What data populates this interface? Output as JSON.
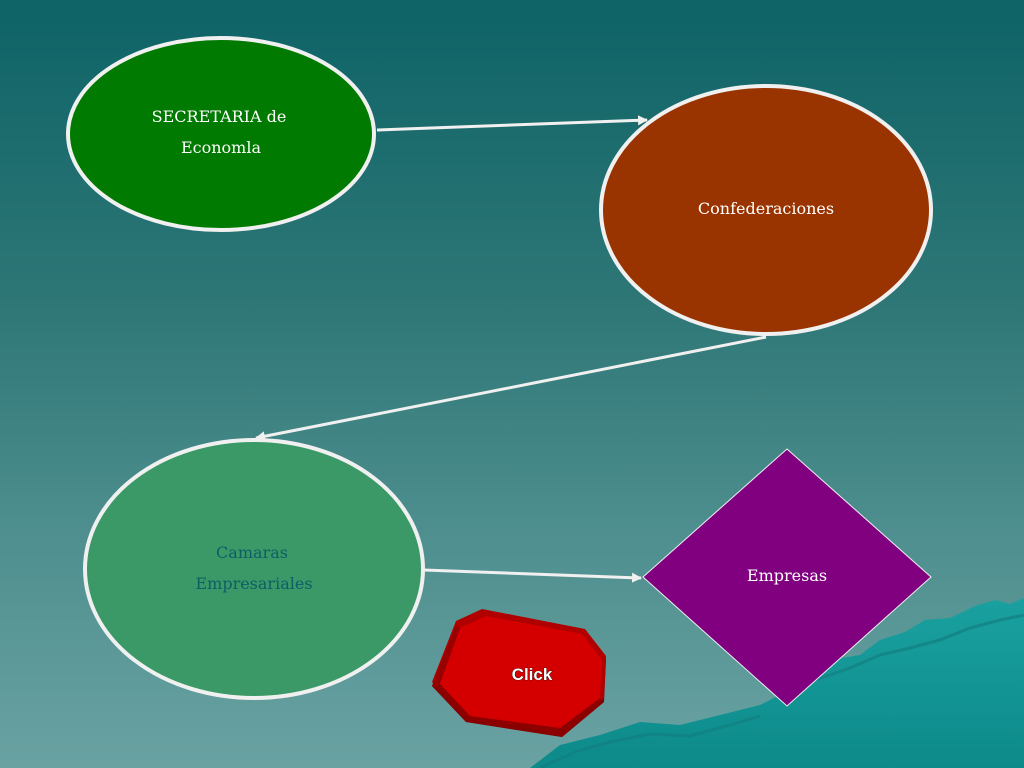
{
  "nodes": {
    "secretaria": {
      "label_line1": "SECRETARIA de",
      "label_line2": "Economla",
      "fill": "#007a00",
      "text_color": "#ffffff"
    },
    "confederaciones": {
      "label": "Confederaciones",
      "fill": "#993300",
      "text_color": "#ffffff"
    },
    "camaras": {
      "label_line1": "Camaras",
      "label_line2": "Empresariales",
      "fill": "#3a9966",
      "text_color": "#0e5e66"
    },
    "empresas": {
      "label": "Empresas",
      "fill": "#800080",
      "text_color": "#ffffff"
    }
  },
  "click_button": {
    "label": "Click",
    "fill": "#d40000"
  },
  "colors": {
    "background_top": "#0d6366",
    "background_bottom": "#6aa2a2",
    "outline": "#f0f0f0",
    "terrain": "#199a9a"
  }
}
